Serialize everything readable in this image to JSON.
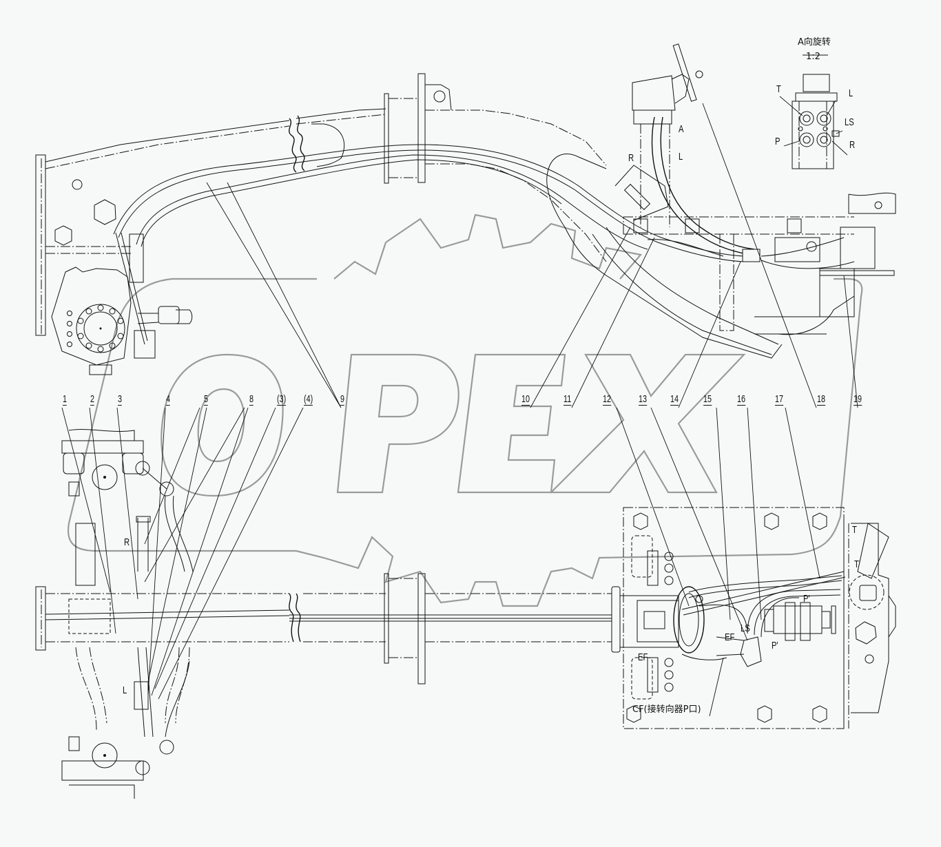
{
  "drawing": {
    "type": "hydraulic steering system assembly drawing",
    "watermark": "OPEX",
    "colors": {
      "background": "#f7f9f9",
      "line": "#111111",
      "watermark": "#9a9a9a"
    }
  },
  "detail_view": {
    "title": "A向旋转",
    "scale": "1:2",
    "ports": {
      "T": "T",
      "L": "L",
      "LS": "LS",
      "P": "P",
      "R": "R"
    }
  },
  "top_view_ports": {
    "A": "A",
    "L": "L",
    "R": "R"
  },
  "balloons_top_row": [
    {
      "id": "1",
      "label": "1"
    },
    {
      "id": "2",
      "label": "2"
    },
    {
      "id": "3",
      "label": "3"
    },
    {
      "id": "4",
      "label": "4"
    },
    {
      "id": "5",
      "label": "5"
    },
    {
      "id": "8",
      "label": "8"
    },
    {
      "id": "(3)",
      "label": "(3)"
    },
    {
      "id": "(4)",
      "label": "(4)"
    },
    {
      "id": "9",
      "label": "9"
    }
  ],
  "balloons_right_row": [
    {
      "id": "10",
      "label": "10"
    },
    {
      "id": "11",
      "label": "11"
    },
    {
      "id": "12",
      "label": "12"
    },
    {
      "id": "13",
      "label": "13"
    },
    {
      "id": "14",
      "label": "14"
    },
    {
      "id": "15",
      "label": "15"
    },
    {
      "id": "16",
      "label": "16"
    },
    {
      "id": "17",
      "label": "17"
    },
    {
      "id": "18",
      "label": "18"
    },
    {
      "id": "19",
      "label": "19"
    }
  ],
  "bottom_view_ports": {
    "R": "R",
    "L_left": "L",
    "T": "T",
    "T_prime": "T'",
    "P_prime_top": "P'",
    "P_prime_bottom": "P'",
    "LS": "LS",
    "EF_right": "EF",
    "EF_left": "EF",
    "CF_note": "CF(接转向器P口)"
  }
}
